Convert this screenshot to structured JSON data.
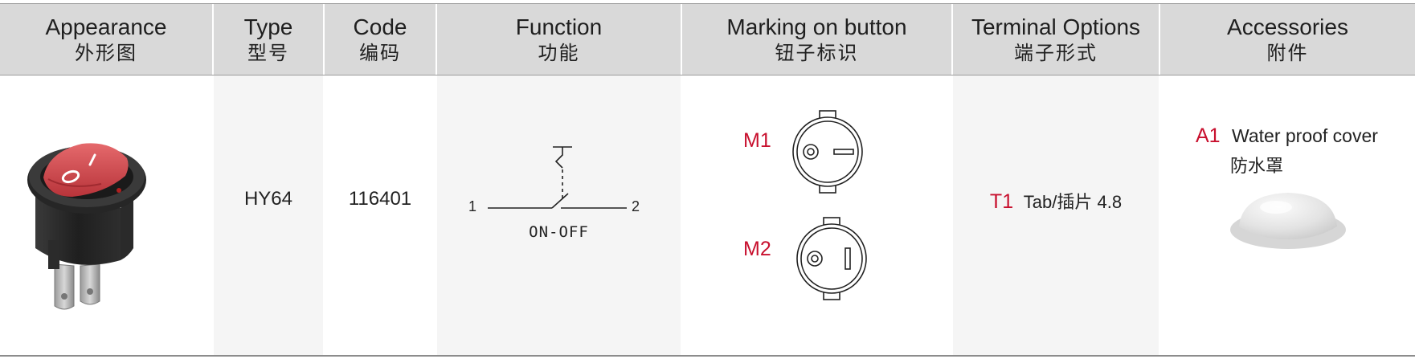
{
  "headers": [
    {
      "en": "Appearance",
      "zh": "外形图"
    },
    {
      "en": "Type",
      "zh": "型号"
    },
    {
      "en": "Code",
      "zh": "编码"
    },
    {
      "en": "Function",
      "zh": "功能"
    },
    {
      "en": "Marking on button",
      "zh": "钮子标识"
    },
    {
      "en": "Terminal Options",
      "zh": "端子形式"
    },
    {
      "en": "Accessories",
      "zh": "附件"
    }
  ],
  "row": {
    "type": "HY64",
    "code": "116401",
    "function": {
      "pin_left": "1",
      "pin_right": "2",
      "label": "ON-OFF"
    },
    "markings": [
      {
        "code": "M1"
      },
      {
        "code": "M2"
      }
    ],
    "terminal": {
      "code": "T1",
      "label": "Tab/插片 4.8"
    },
    "accessory": {
      "code": "A1",
      "label_en": "Water proof  cover",
      "label_zh": "防水罩"
    }
  },
  "colors": {
    "header_bg": "#d9d9d9",
    "accent_red": "#c8102e",
    "switch_red": "#d9474c"
  }
}
